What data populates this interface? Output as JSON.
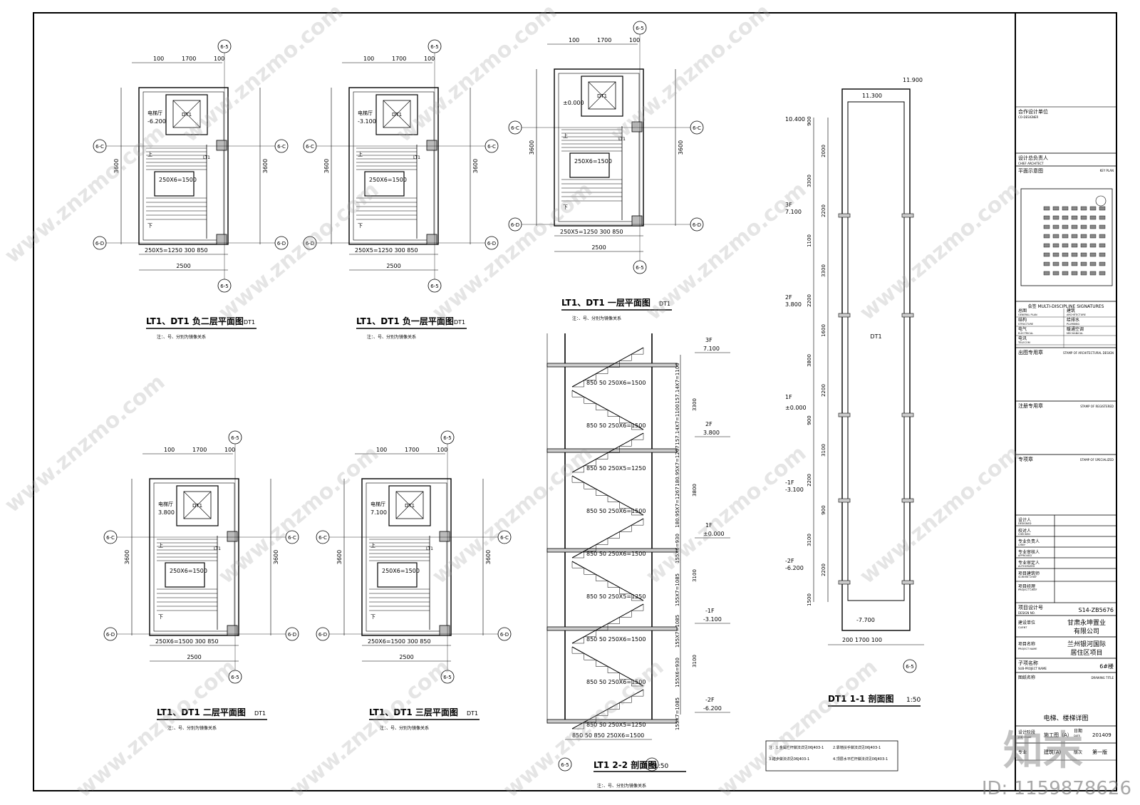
{
  "plans": [
    {
      "title": "LT1、DT1 负二层平面图",
      "tag": "DT1",
      "note": "注：、号、分别为镜像关系",
      "level_label": "电梯厅",
      "level": "-6.200",
      "level2": "-6.200",
      "w_total": "2500",
      "w_top": "1700",
      "stair": "250X6=1500",
      "stair2": "250X5=1250"
    },
    {
      "title": "LT1、DT1 负一层平面图",
      "tag": "DT1",
      "note": "注：、号、分别为镜像关系",
      "level_label": "电梯厅",
      "level": "-3.100",
      "level2": "-3.100",
      "w_total": "2500",
      "w_top": "1700",
      "stair": "250X6=1500",
      "stair2": "250X5=1250"
    },
    {
      "title": "LT1、DT1 一层平面图",
      "tag": "DT1",
      "note": "注：、号、分别为镜像关系",
      "level_label": "",
      "level": "±0.000",
      "level2": "±0.000",
      "w_total": "2500",
      "w_top": "1700",
      "stair": "250X6=1500",
      "stair2": "250X5=1250"
    },
    {
      "title": "LT1、DT1 二层平面图",
      "tag": "DT1",
      "note": "注：、号、分别为镜像关系",
      "level_label": "电梯厅",
      "level": "3.800",
      "level2": "3.800",
      "w_total": "2500",
      "w_top": "1700",
      "stair": "250X6=1500",
      "stair2": "250X6=1500"
    },
    {
      "title": "LT1、DT1 三层平面图",
      "tag": "DT1",
      "note": "注：、号、分别为镜像关系",
      "level_label": "电梯厅",
      "level": "7.100",
      "level2": "7.100",
      "w_total": "2500",
      "w_top": "1700",
      "stair": "250X6=1500",
      "stair2": "250X6=1500"
    }
  ],
  "axis_top": "6-5",
  "axis_c": "6-C",
  "axis_d": "6-D",
  "plan_dims": [
    "100",
    "1700",
    "100"
  ],
  "section22": {
    "title": "LT1 2-2 剖面图",
    "scale": "1:50",
    "note": "注：、号、分别为镜像关系",
    "levels": [
      "3F",
      "7.100",
      "2F",
      "3.800",
      "1F",
      "±0.000",
      "-1F",
      "-3.100",
      "-2F",
      "-6.200"
    ],
    "dims": [
      "157.14X7=1100",
      "157.14X7=1100",
      "180.95X7=1267",
      "180.95X7=1267",
      "155X6=930",
      "155X7=1085",
      "155X7=1085",
      "155X6=930",
      "155X7=1085"
    ],
    "storey": [
      "3300",
      "3800",
      "3100",
      "3100"
    ],
    "stair": "250X6=1500",
    "stair2": "250X5=1250",
    "bottom": [
      "850",
      "50",
      "850"
    ]
  },
  "section11": {
    "title": "DT1 1-1 剖面图",
    "scale": "1:50",
    "top": "11.900",
    "top2": "11.300",
    "levels": [
      "10.400",
      "3F",
      "7.100",
      "2F",
      "3.800",
      "1F",
      "±0.000",
      "-1F",
      "-3.100",
      "-2F",
      "-6.200"
    ],
    "pit": "-7.700",
    "shaft": "DT1",
    "dims_left": [
      "900",
      "2000",
      "3300",
      "2200",
      "1100",
      "3300",
      "2200",
      "1600",
      "3800",
      "2200",
      "900",
      "3100",
      "2200",
      "900",
      "3100",
      "2200",
      "1500"
    ],
    "bottom": [
      "200",
      "1700",
      "100"
    ],
    "axis": "6-5"
  },
  "title_block": {
    "codesign": "合作设计单位",
    "codesign_en": "CO-DESIGNER",
    "chief": "设计总负责人",
    "chief_en": "CHIEF ARCHITECT",
    "keyplan": "平面示意图",
    "keyplan_en": "KEY PLAN",
    "sign": "会签",
    "sign_en": "MULTI-DISCIPLINE SIGNATURES",
    "disciplines": [
      [
        "总图",
        "GENERAL PLAN",
        "建筑",
        "ARCHITECTURE"
      ],
      [
        "结构",
        "STRUCTURE",
        "给排水",
        "PLUMBING"
      ],
      [
        "电气",
        "ELECTRICAL",
        "暖通空调",
        "MECHANICAL"
      ],
      [
        "电讯",
        "TELECOM",
        "",
        ""
      ]
    ],
    "stamp1": "出图专用章",
    "stamp1_en": "STAMP OF ARCHITECTURAL DESIGN",
    "stamp2": "注册专用章",
    "stamp2_en": "STAMP OF REGISTERED",
    "stamp3": "专项章",
    "stamp3_en": "STAMP OF SPECIALIZED",
    "roles": [
      [
        "设计人",
        "DESIGNED"
      ],
      [
        "校对人",
        "CHECKED"
      ],
      [
        "专业负责人",
        "CHIEF"
      ],
      [
        "专业审核人",
        "APPROVED"
      ],
      [
        "专业审定人",
        "AUTHORIZED"
      ],
      [
        "项目建筑师",
        "SCHEME CHIEF"
      ],
      [
        "项目经理",
        "PROJECT CHIEF"
      ]
    ],
    "design_no_label": "项目设计号",
    "design_no_en": "DESIGN NO.",
    "design_no": "S14-ZB5676",
    "client_label": "建设单位",
    "client_en": "CLIENT",
    "client": [
      "甘肃永坤置业",
      "有限公司"
    ],
    "project_label": "项目名称",
    "project_en": "PROJECT NAME",
    "project": [
      "兰州银河国际",
      "居住区项目"
    ],
    "sub_label": "子项名称",
    "sub_en": "SUB-PROJECT NAME",
    "sub": "6#楼",
    "drawing_title_label": "图纸名称",
    "drawing_title_en": "DRAWING TITLE",
    "drawing_title": "电梯、楼梯详图",
    "stage_label": "设计阶段",
    "stage_en": "JOB STAGE",
    "stage": "施工图（A）",
    "date_label": "日期",
    "date_en": "DATE",
    "date": "201409",
    "spec_label": "专业",
    "spec": "建筑(A)",
    "ed_label": "版次",
    "ed": "第一版"
  },
  "notes": [
    "注：1.金属栏杆做法详见06J403-1",
    "2.靠墙扶手做法详见06J403-1",
    "3.踏步做法详见06J403-1",
    "4.顶层水平栏杆做法详见06J403-1"
  ],
  "watermark": "www.znzmo.com",
  "brand": "知末",
  "id_text": "ID: 1159878626"
}
